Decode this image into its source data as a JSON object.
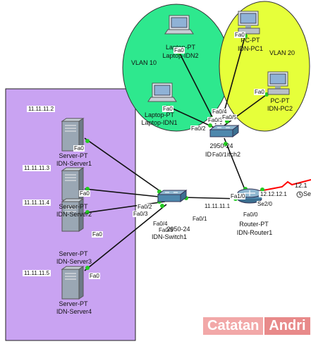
{
  "vlans": [
    {
      "id": "vlan10",
      "label": "VLAN 10",
      "color": "#2ee88e"
    },
    {
      "id": "vlan20",
      "label": "VLAN 20",
      "color": "#e6ff3a"
    }
  ],
  "server_zone": {
    "color": "#c9a3f2"
  },
  "devices": {
    "laptop2": {
      "type": "Laptop-PT",
      "name": "Laptop-IDN2",
      "port": "Fa0"
    },
    "laptop1": {
      "type": "Laptop-PT",
      "name": "Laptop-IDN1",
      "port": "Fa0"
    },
    "pc1": {
      "type": "PC-PT",
      "name": "IDN-PC1",
      "port": "Fa0"
    },
    "pc2": {
      "type": "PC-PT",
      "name": "IDN-PC2",
      "port": "Fa0"
    },
    "switch2": {
      "type": "2950-24",
      "name": "IDN-Switch2",
      "ports": {
        "fa0_3": "Fa0/3",
        "fa0_4": "Fa0/4",
        "fa0_5": "Fa0/5",
        "fa0_2": "Fa0/2",
        "fa0_1": "Fa0/1"
      }
    },
    "switch1": {
      "type": "2950-24",
      "name": "IDN-Switch1",
      "ports": {
        "fa0_2": "Fa0/2",
        "fa0_3": "Fa0/3",
        "fa0_4": "Fa0/4",
        "fa0_5": "Fa0/5",
        "fa0_1": "Fa0/1"
      }
    },
    "router1": {
      "type": "Router-PT",
      "name": "IDN-Router1",
      "ports": {
        "fa1_0": "Fa1/0",
        "fa0_0": "Fa0/0",
        "se2_0": "Se2/0"
      }
    },
    "server1": {
      "type": "Server-PT",
      "name": "IDN-Server1",
      "port": "Fa0",
      "ip": "11.11.11.2"
    },
    "server2": {
      "type": "Server-PT",
      "name": "IDN-Server2",
      "port": "Fa0",
      "ip": "11.11.11.3"
    },
    "server3": {
      "type": "Server-PT",
      "name": "IDN-Server3",
      "port": "Fa0",
      "ip": "11.11.11.4"
    },
    "server4": {
      "type": "Server-PT",
      "name": "IDN-Server4",
      "port": "Fa0",
      "ip": "11.11.11.5"
    }
  },
  "links": {
    "router_fa00_ip": "11.11.11.1",
    "router_se20_ip": "12.12.12.1",
    "remote_ip": "12.1",
    "remote_port": "Se"
  },
  "watermark": {
    "left": "Catatan",
    "right": "Andri"
  }
}
